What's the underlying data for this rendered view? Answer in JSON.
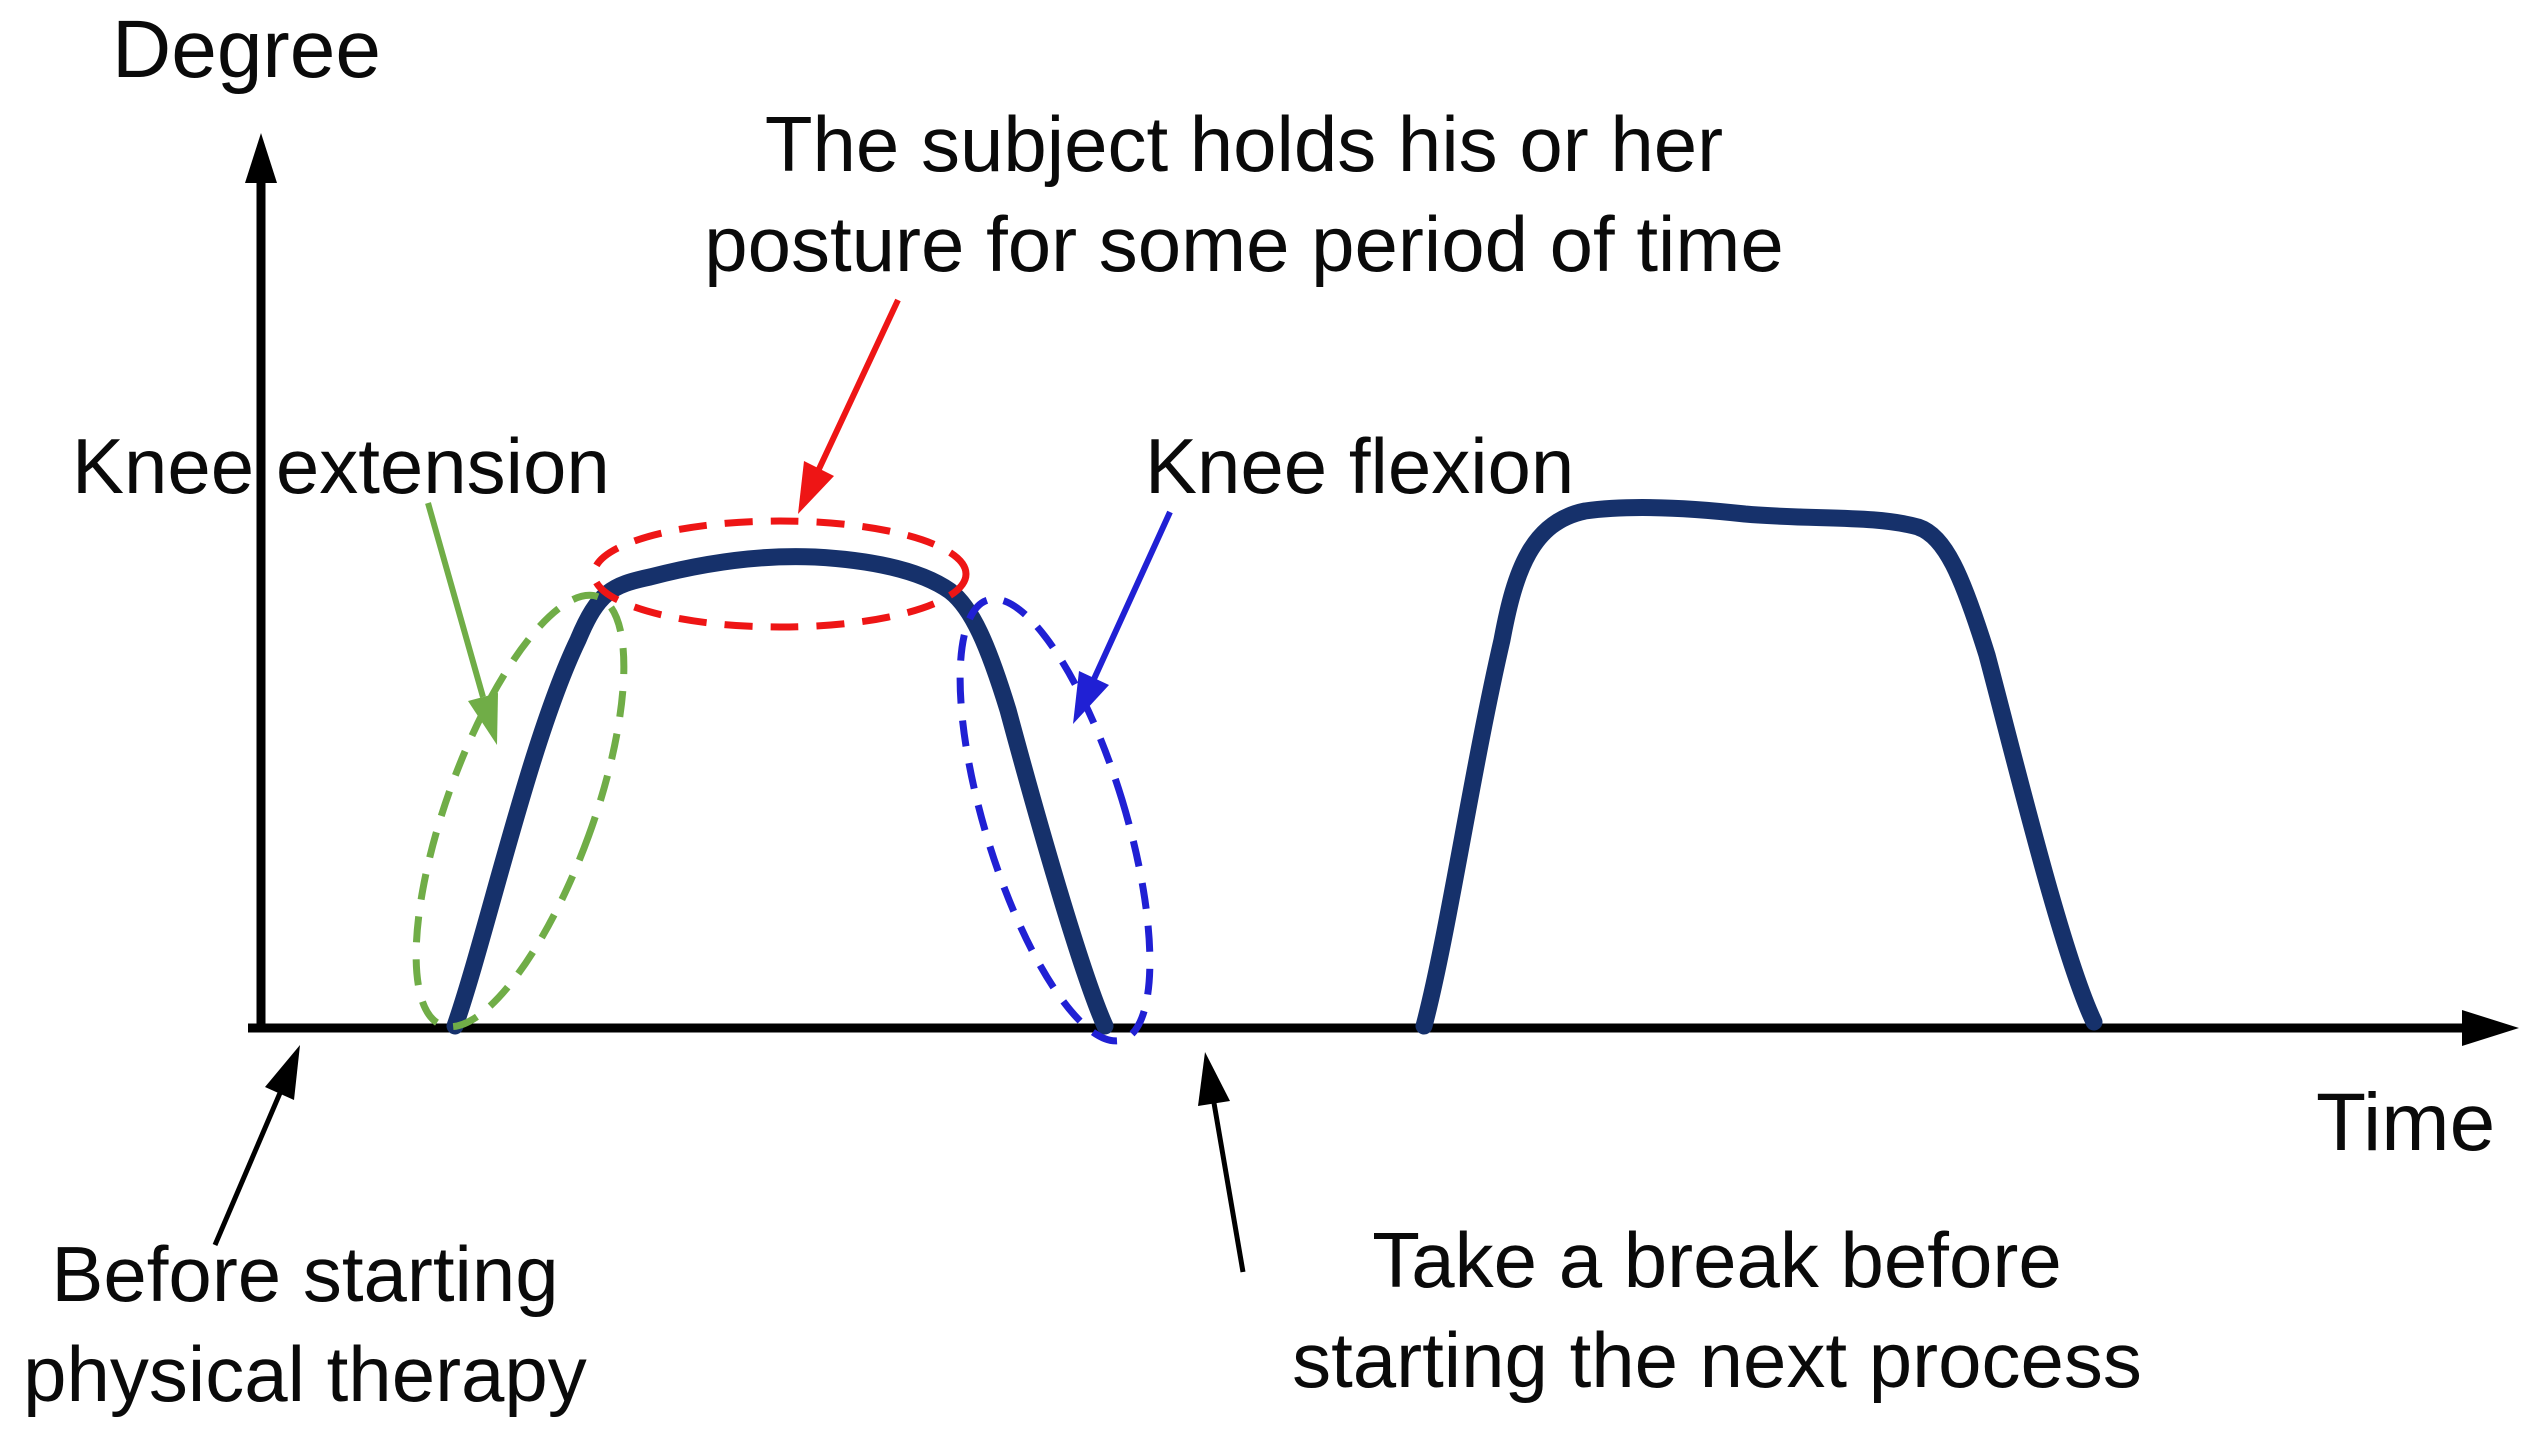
{
  "axes": {
    "y_label": "Degree",
    "x_label": "Time"
  },
  "annotations": {
    "hold": {
      "line1": "The subject holds his or her",
      "line2": "posture for some period of time"
    },
    "knee_extension": "Knee extension",
    "knee_flexion": "Knee flexion",
    "before": {
      "line1": "Before starting",
      "line2": "physical therapy"
    },
    "break": {
      "line1": "Take a break before",
      "line2": "starting the next process"
    }
  },
  "colors": {
    "curve_navy": "#16316b",
    "highlight_red": "#ee1515",
    "highlight_green": "#70ad47",
    "highlight_blue": "#2020d4",
    "axis_black": "#000000"
  }
}
